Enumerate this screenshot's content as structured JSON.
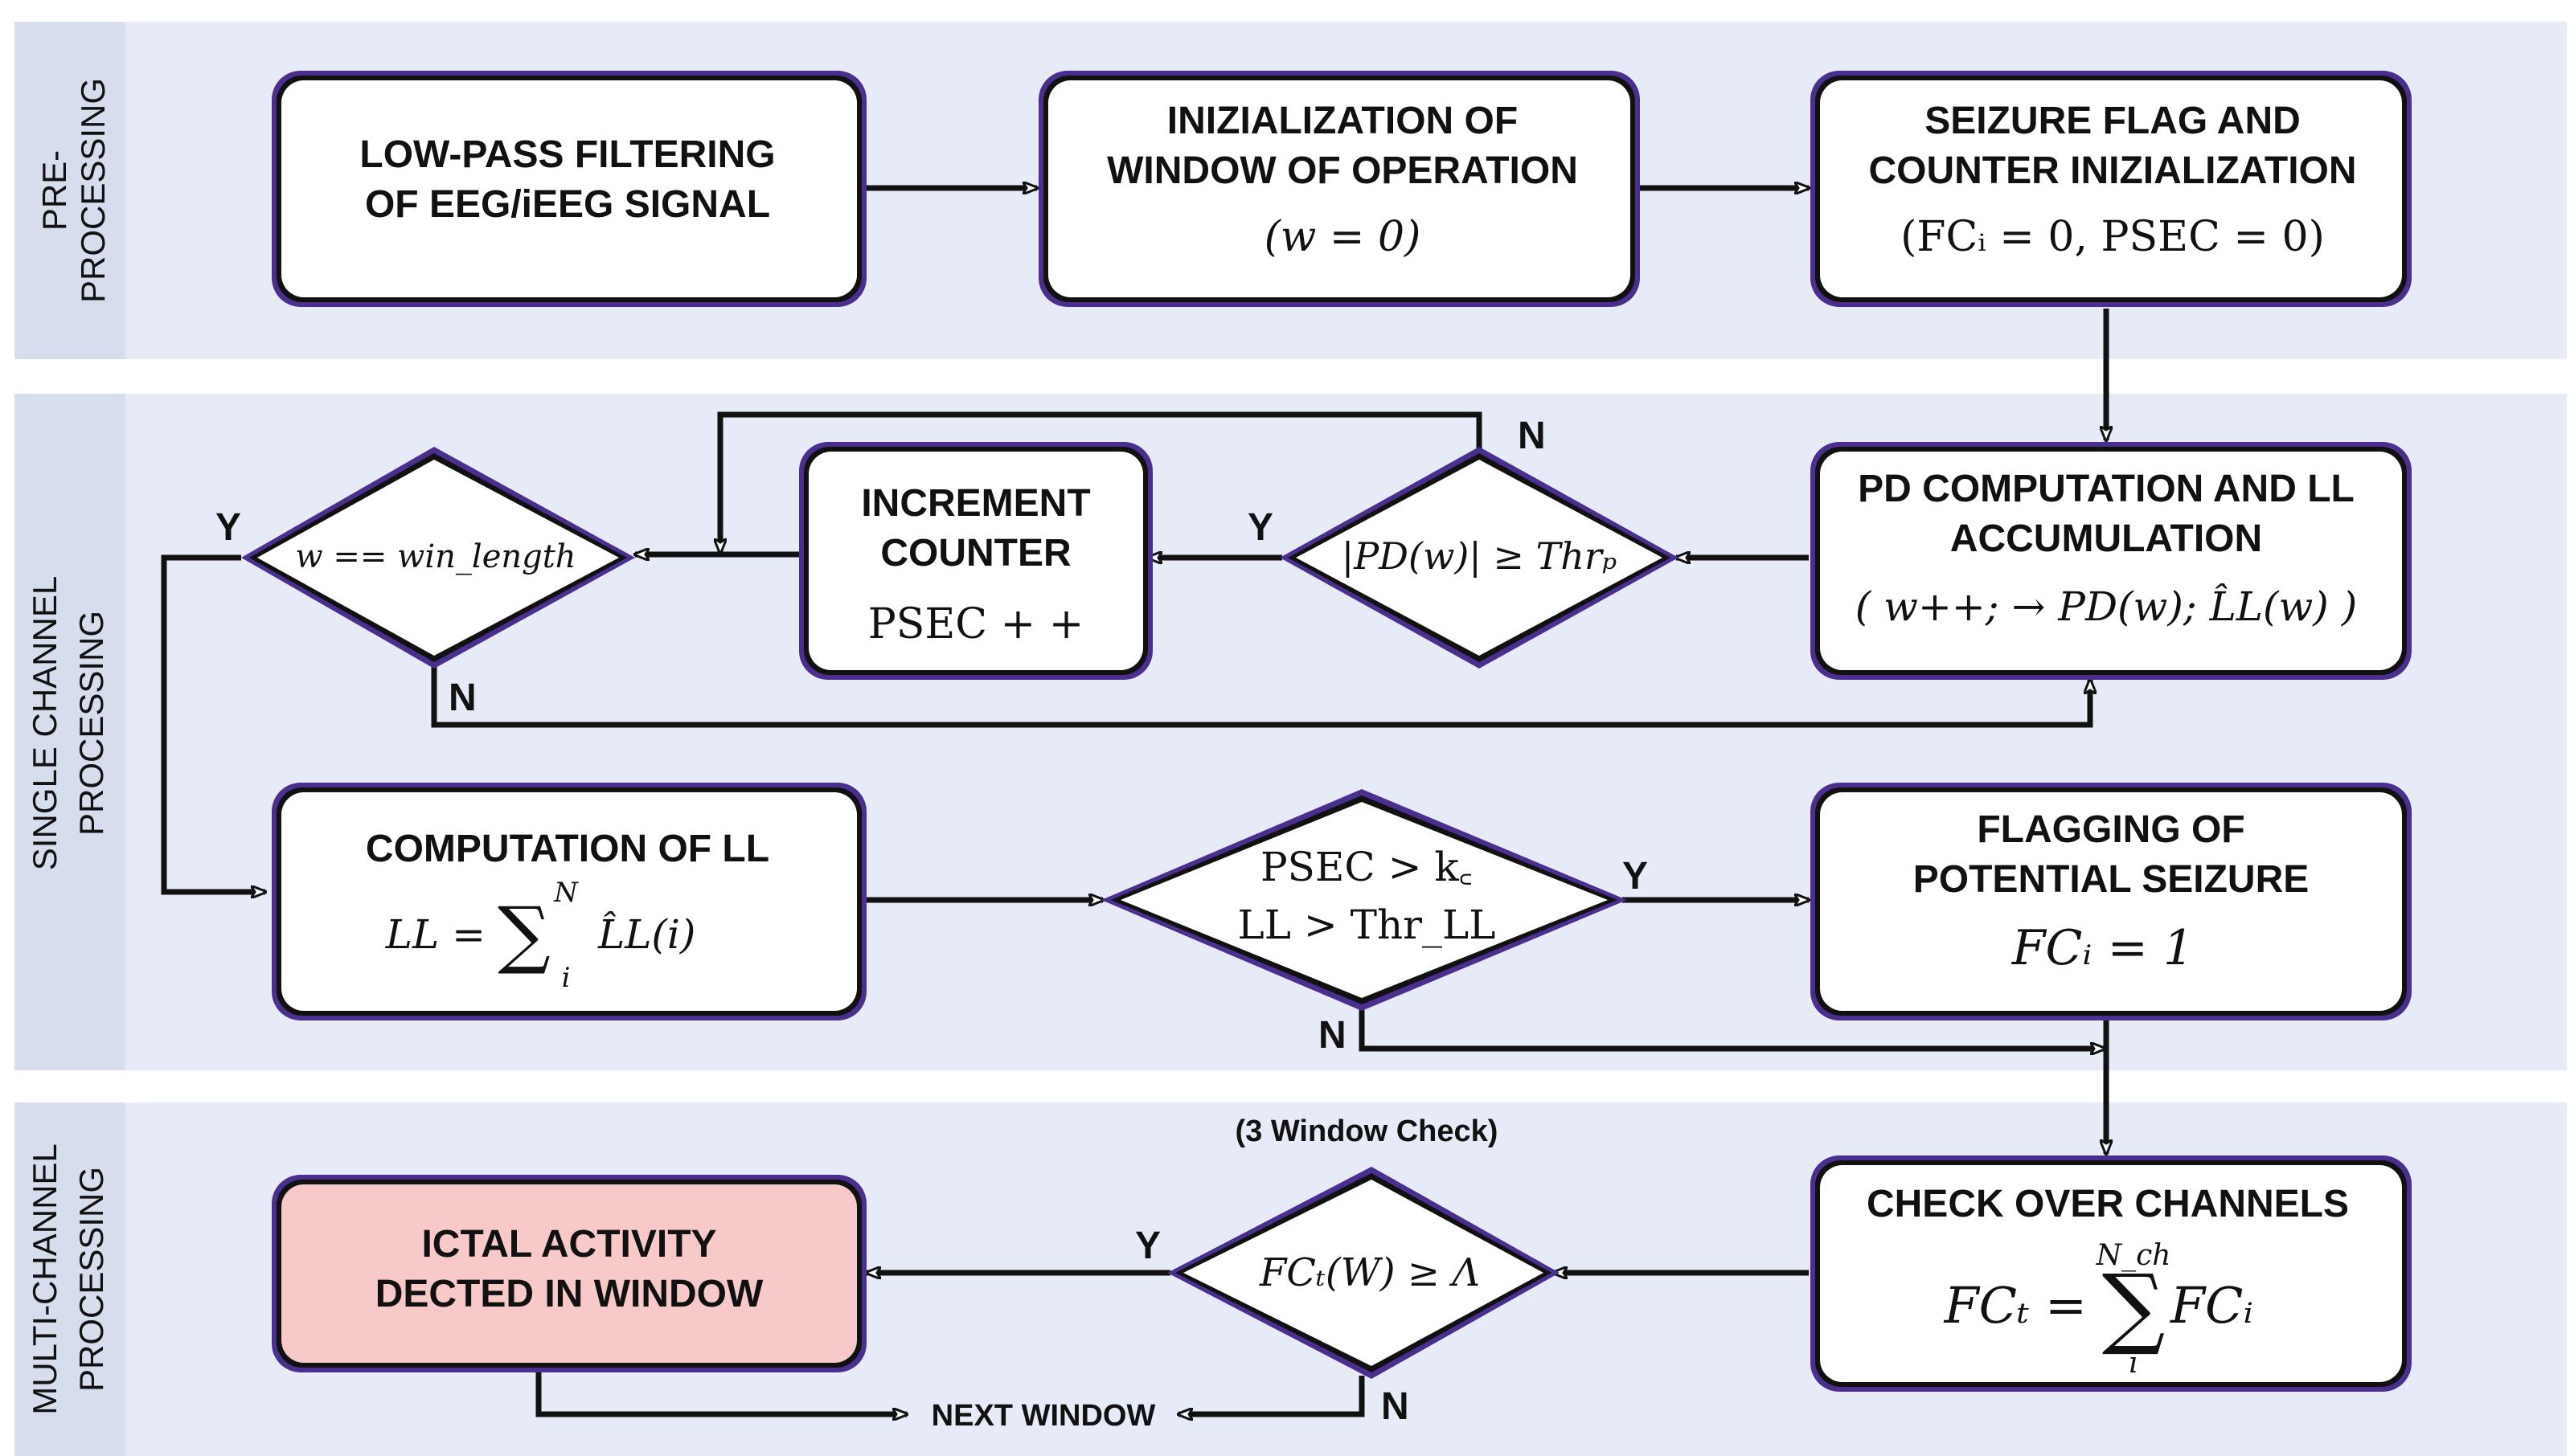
{
  "colors": {
    "band_bg": "#e6ebf7",
    "label_strip_bg": "#d6dded",
    "node_fill": "#ffffff",
    "node_border_outer": "#4a2f8f",
    "node_border_inner": "#111111",
    "ictal_fill": "#f8c9c9",
    "arrow": "#111111"
  },
  "bands": {
    "pre": {
      "label_line1": "PRE-",
      "label_line2": "PROCESSING"
    },
    "single": {
      "label_line1": "SINGLE CHANNEL",
      "label_line2": "PROCESSING"
    },
    "multi": {
      "label_line1": "MULTI-CHANNEL",
      "label_line2": "PROCESSING"
    }
  },
  "nodes": {
    "lowpass": {
      "line1": "LOW-PASS FILTERING",
      "line2": "OF EEG/iEEG SIGNAL"
    },
    "init_window": {
      "line1": "INIZIALIZATION OF",
      "line2": "WINDOW OF OPERATION",
      "math": "(w = 0)"
    },
    "seizure_flag": {
      "line1": "SEIZURE FLAG AND",
      "line2": "COUNTER INIZIALIZATION",
      "math": "(FCᵢ = 0,  PSEC = 0)"
    },
    "pd_computation": {
      "line1": "PD COMPUTATION AND LL",
      "line2": "ACCUMULATION",
      "math": "( w++; → PD(w); L̂L(w) )"
    },
    "increment_counter": {
      "line1": "INCREMENT",
      "line2": "COUNTER",
      "math": "PSEC + +"
    },
    "computation_ll": {
      "line1": "COMPUTATION OF LL",
      "math_lhs": "LL =",
      "sum_top": "N",
      "sum_bottom": "i",
      "math_rhs": "L̂L(i)"
    },
    "flagging": {
      "line1": "FLAGGING OF",
      "line2": "POTENTIAL SEIZURE",
      "math": "FCᵢ = 1"
    },
    "check_channels": {
      "line1": "CHECK OVER CHANNELS",
      "math_lhs": "FCₜ =",
      "sum_top": "N_ch",
      "sum_bottom": "i",
      "math_rhs": "FCᵢ"
    },
    "ictal": {
      "line1": "ICTAL ACTIVITY",
      "line2": "DECTED IN WINDOW"
    }
  },
  "decisions": {
    "win_length": {
      "text": "w == win_length"
    },
    "pd_threshold": {
      "text": "|PD(w)| ≥ Thrₚ"
    },
    "psec_ll": {
      "line1": "PSEC > k꜀",
      "line2": "LL > Thr_LL"
    },
    "fc_lambda": {
      "text": "FCₜ(W) ≥ Λ"
    }
  },
  "labels": {
    "yes": "Y",
    "no": "N",
    "three_window_check": "(3 Window Check)",
    "next_window": "NEXT WINDOW"
  }
}
